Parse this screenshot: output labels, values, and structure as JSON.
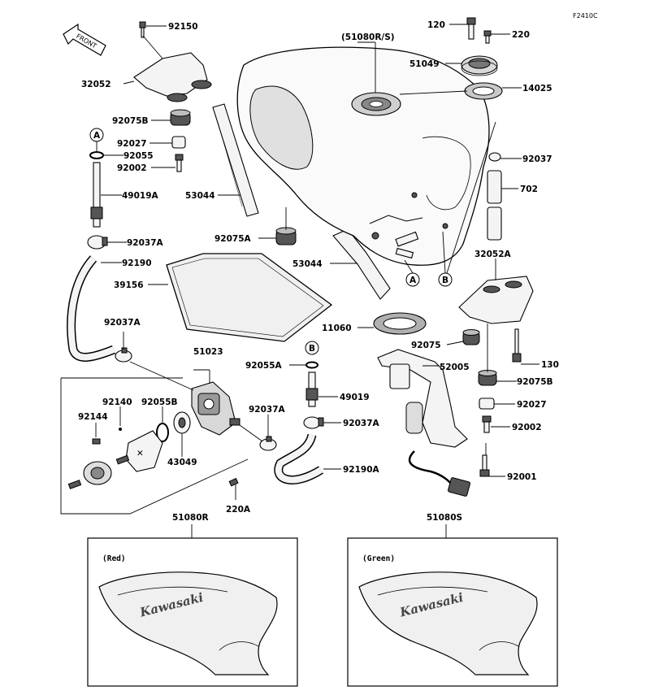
{
  "figure_code": "F2410C",
  "front_label": "FRONT",
  "labels": {
    "p92150": "92150",
    "p32052": "32052",
    "p92075B_l": "92075B",
    "pA_l": "A",
    "p92027_l": "92027",
    "p92055": "92055",
    "p92002_l": "92002",
    "p49019A": "49019A",
    "p53044_top": "53044",
    "p92037A_1": "92037A",
    "p92075A": "92075A",
    "p92190": "92190",
    "p53044_bot": "53044",
    "p39156": "39156",
    "p92037A_2": "92037A",
    "p51023": "51023",
    "p92055A": "92055A",
    "pB_mid": "B",
    "p49019": "49019",
    "p92140": "92140",
    "p92055B": "92055B",
    "p92144": "92144",
    "p92037A_3": "92037A",
    "p92037A_4": "92037A",
    "p43049": "43049",
    "p92190A": "92190A",
    "p220A": "220A",
    "p120": "120",
    "p220": "220",
    "p51080RS": "(51080R/S)",
    "p51049": "51049",
    "p14025": "14025",
    "p92037": "92037",
    "p702": "702",
    "pA_r": "A",
    "pB_r": "B",
    "p32052A": "32052A",
    "p11060": "11060",
    "p92075": "92075",
    "p130": "130",
    "p52005": "52005",
    "p92075B_r": "92075B",
    "p92027_r": "92027",
    "p92002_r": "92002",
    "p92001": "92001",
    "p51080R": "51080R",
    "p51080S": "51080S"
  },
  "boxes": {
    "red_title": "(Red)",
    "green_title": "(Green)",
    "logo_text": "Kawasaki"
  }
}
